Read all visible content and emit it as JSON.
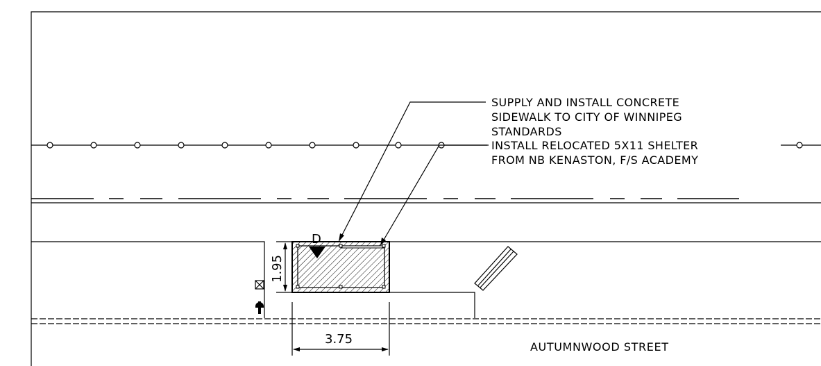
{
  "notes": {
    "sidewalk_line1": "SUPPLY AND INSTALL CONCRETE",
    "sidewalk_line2": "SIDEWALK TO CITY OF WINNIPEG",
    "sidewalk_line3": "STANDARDS",
    "shelter_line1": "INSTALL RELOCATED 5X11 SHELTER",
    "shelter_line2": "FROM NB KENASTON, F/S ACADEMY"
  },
  "dimensions": {
    "width": "3.75",
    "depth": "1.95"
  },
  "section_marker": "D",
  "street_name": "AUTUMNWOOD STREET"
}
